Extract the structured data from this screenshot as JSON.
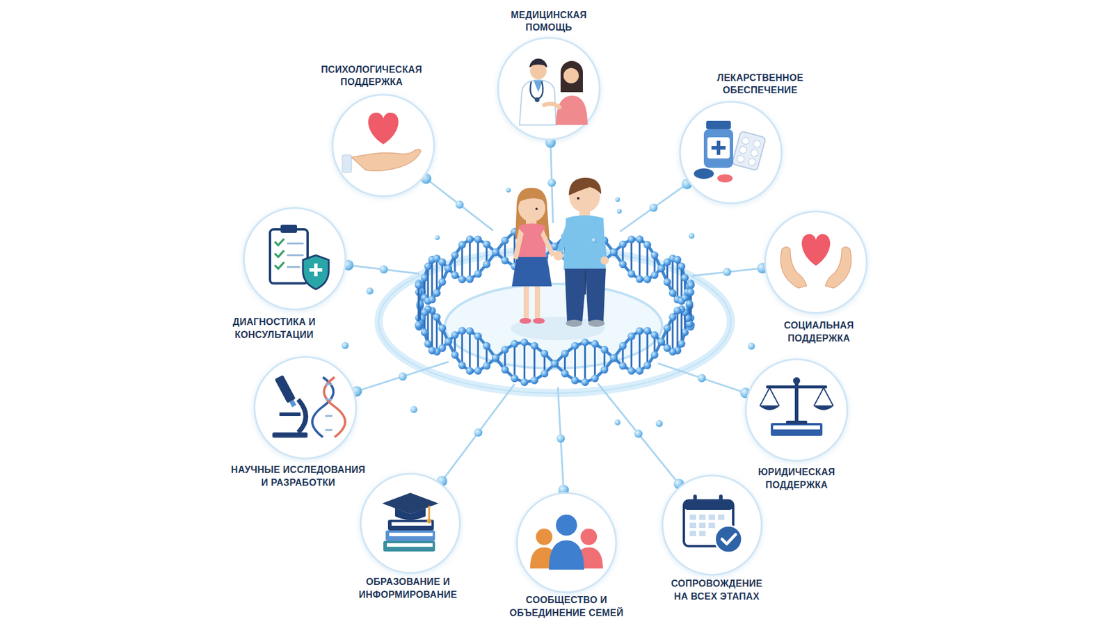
{
  "diagram": {
    "nodes": [
      {
        "text": [
          "МЕДИЦИНСКАЯ ПОМОЩЬ"
        ]
      },
      {
        "text": [
          "ПСИХОЛОГИЧЕСКАЯ ПОДДЕРЖКА"
        ]
      },
      {
        "text": [
          "ЛЕКАРСТВЕННОЕ ОБЕСПЕЧЕНИЕ"
        ]
      },
      {
        "text": [
          "ДИАГНОСТИКА И КОНСУЛЬТАЦИИ"
        ]
      },
      {
        "text": [
          "СОЦИАЛЬНАЯ ПОДДЕРЖКА"
        ]
      },
      {
        "text": [
          "НАУЧНЫЕ ИССЛЕДОВАНИЯ И РАЗРАБОТКИ"
        ]
      },
      {
        "text": [
          "ЮРИДИЧЕСКАЯ ПОДДЕРЖКА"
        ]
      },
      {
        "text": [
          "ОБРАЗОВАНИЕ И ИНФОРМИРОВАНИЕ"
        ]
      },
      {
        "text": [
          "СООБЩЕСТВО И ОБЪЕДИНЕНИЕ СЕМЕЙ"
        ]
      },
      {
        "text": [
          "СОПРОВОЖДЕНИЕ НА ВСЕХ ЭТАПАХ"
        ]
      }
    ]
  }
}
